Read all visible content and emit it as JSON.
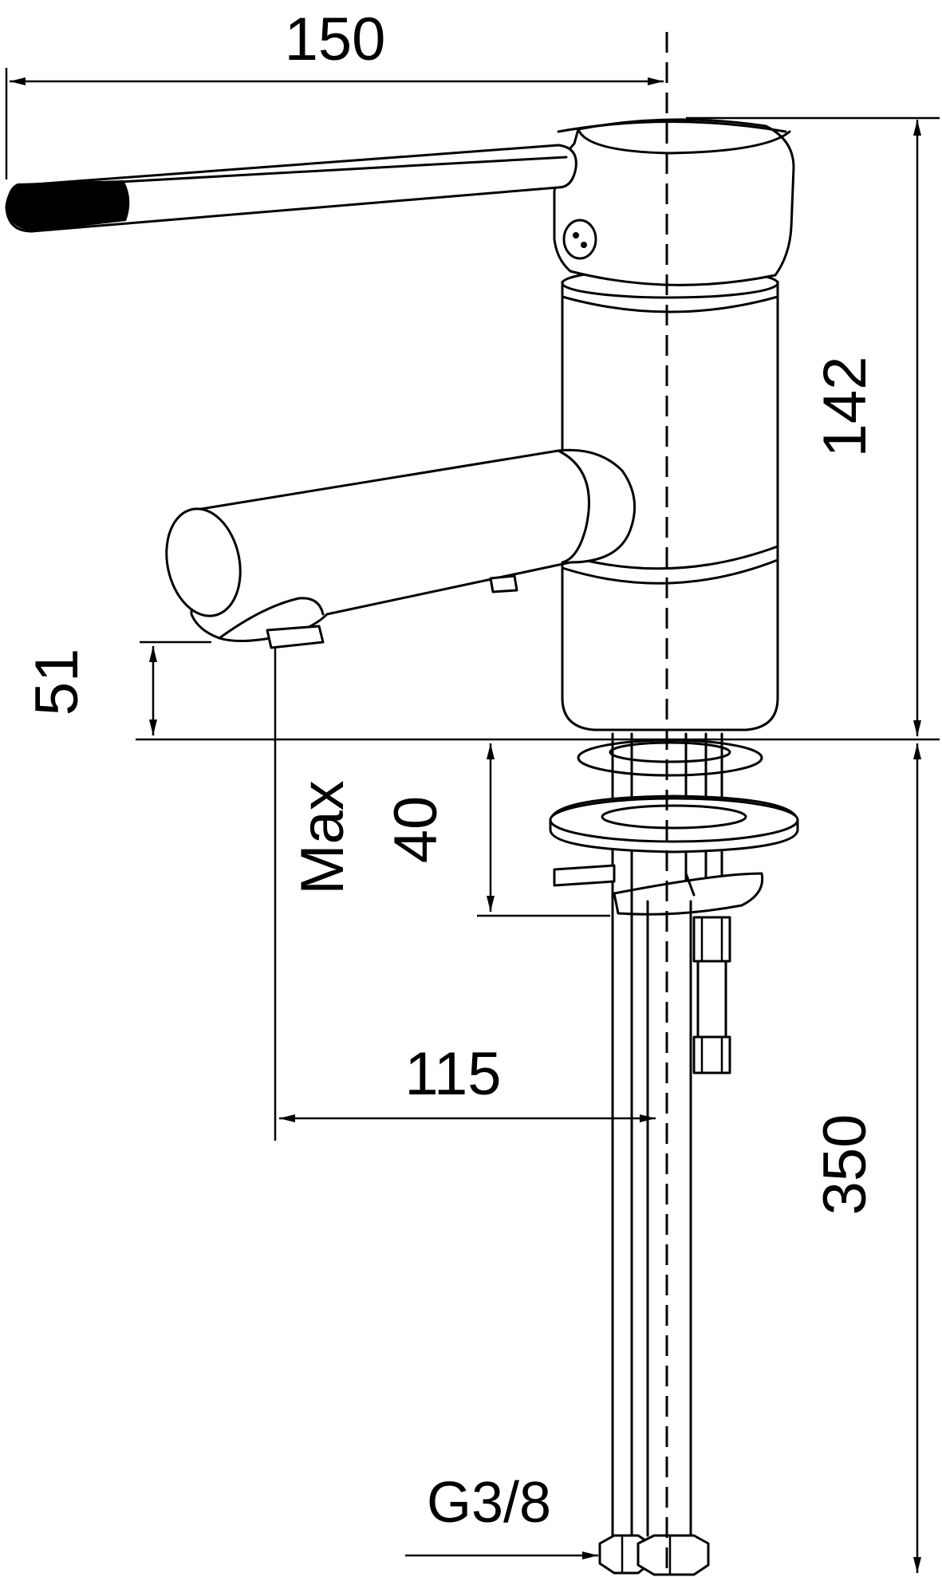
{
  "dimensions": {
    "lever_reach": "150",
    "body_height": "142",
    "spout_clearance": "51",
    "max_label": "Max",
    "max_thickness": "40",
    "spout_reach": "115",
    "hose_length": "350",
    "connection_thread": "G3/8"
  }
}
